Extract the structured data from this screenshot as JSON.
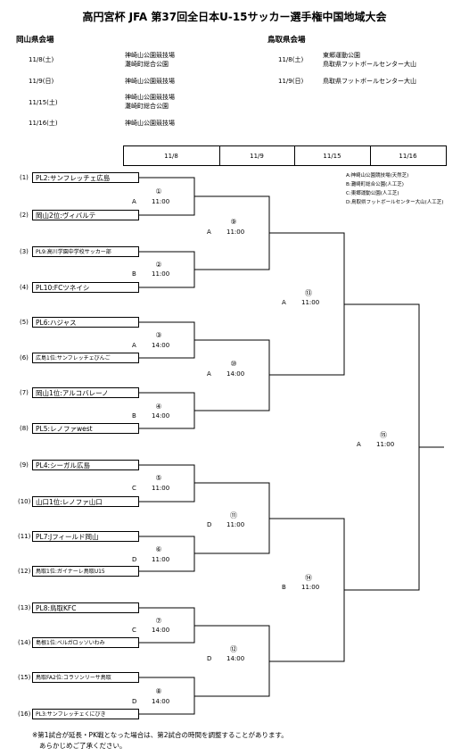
{
  "title": "高円宮杯 JFA 第37回全日本U-15サッカー選手権中国地域大会",
  "venues_schedule": {
    "okayama": {
      "heading": "岡山県会場",
      "rows": [
        {
          "date": "11/8(土)",
          "venues": [
            "神崎山公園競技場",
            "灘崎町総合公園"
          ]
        },
        {
          "date": "11/9(日)",
          "venues": [
            "神崎山公園競技場"
          ]
        },
        {
          "date": "11/15(土)",
          "venues": [
            "神崎山公園競技場",
            "灘崎町総合公園"
          ]
        },
        {
          "date": "11/16(土)",
          "venues": [
            "神崎山公園競技場"
          ]
        }
      ]
    },
    "tottori": {
      "heading": "鳥取県会場",
      "rows": [
        {
          "date": "11/8(土)",
          "venues": [
            "東郷運動公園",
            "鳥取県フットボールセンター大山"
          ]
        },
        {
          "date": "11/9(日)",
          "venues": [
            "鳥取県フットボールセンター大山"
          ]
        }
      ]
    }
  },
  "columns": [
    "11/8",
    "11/9",
    "11/15",
    "11/16"
  ],
  "legend": [
    "A:神崎山公園競技場(天然芝)",
    "B:灘崎町総合公園(人工芝)",
    "C:東郷運動公園(人工芝)",
    "D:鳥取県フットボールセンター大山(人工芝)"
  ],
  "entries": [
    {
      "num": "(1)",
      "name": "PL2:サンフレッチェ広島"
    },
    {
      "num": "(2)",
      "name": "岡山2位:ヴィバルテ"
    },
    {
      "num": "(3)",
      "name": "PL9:高川学園中学校サッカー部"
    },
    {
      "num": "(4)",
      "name": "PL10:FCツネイシ"
    },
    {
      "num": "(5)",
      "name": "PL6:ハジャス"
    },
    {
      "num": "(6)",
      "name": "広島1位:サンフレッチェびんご"
    },
    {
      "num": "(7)",
      "name": "岡山1位:アルコバレーノ"
    },
    {
      "num": "(8)",
      "name": "PL5:レノファwest"
    },
    {
      "num": "(9)",
      "name": "PL4:シーガル広島"
    },
    {
      "num": "(10)",
      "name": "山口1位:レノファ山口"
    },
    {
      "num": "(11)",
      "name": "PL7:Jフィールド岡山"
    },
    {
      "num": "(12)",
      "name": "鳥取1位:ガイナーレ鳥取U15"
    },
    {
      "num": "(13)",
      "name": "PL8:鳥取KFC"
    },
    {
      "num": "(14)",
      "name": "島根1位:ベルガロッソいわみ"
    },
    {
      "num": "(15)",
      "name": "鳥取FA2位:コラソンリーサ鳥取"
    },
    {
      "num": "(16)",
      "name": "PL3:サンフレッチェくにびき"
    }
  ],
  "matches": [
    {
      "num": "①",
      "venue": "A",
      "time": "11:00"
    },
    {
      "num": "②",
      "venue": "B",
      "time": "11:00"
    },
    {
      "num": "③",
      "venue": "A",
      "time": "14:00"
    },
    {
      "num": "④",
      "venue": "B",
      "time": "14:00"
    },
    {
      "num": "⑤",
      "venue": "C",
      "time": "11:00"
    },
    {
      "num": "⑥",
      "venue": "D",
      "time": "11:00"
    },
    {
      "num": "⑦",
      "venue": "C",
      "time": "14:00"
    },
    {
      "num": "⑧",
      "venue": "D",
      "time": "14:00"
    },
    {
      "num": "⑨",
      "venue": "A",
      "time": "11:00"
    },
    {
      "num": "⑩",
      "venue": "A",
      "time": "14:00"
    },
    {
      "num": "⑪",
      "venue": "D",
      "time": "11:00"
    },
    {
      "num": "⑫",
      "venue": "D",
      "time": "14:00"
    },
    {
      "num": "⑬",
      "venue": "A",
      "time": "11:00"
    },
    {
      "num": "⑭",
      "venue": "B",
      "time": "11:00"
    },
    {
      "num": "⑮",
      "venue": "A",
      "time": "11:00"
    }
  ],
  "notes": [
    "※第1試合が延長・PK戦となった場合は、第2試合の時間を調整することがあります。",
    "あらかじめご了承ください。"
  ]
}
